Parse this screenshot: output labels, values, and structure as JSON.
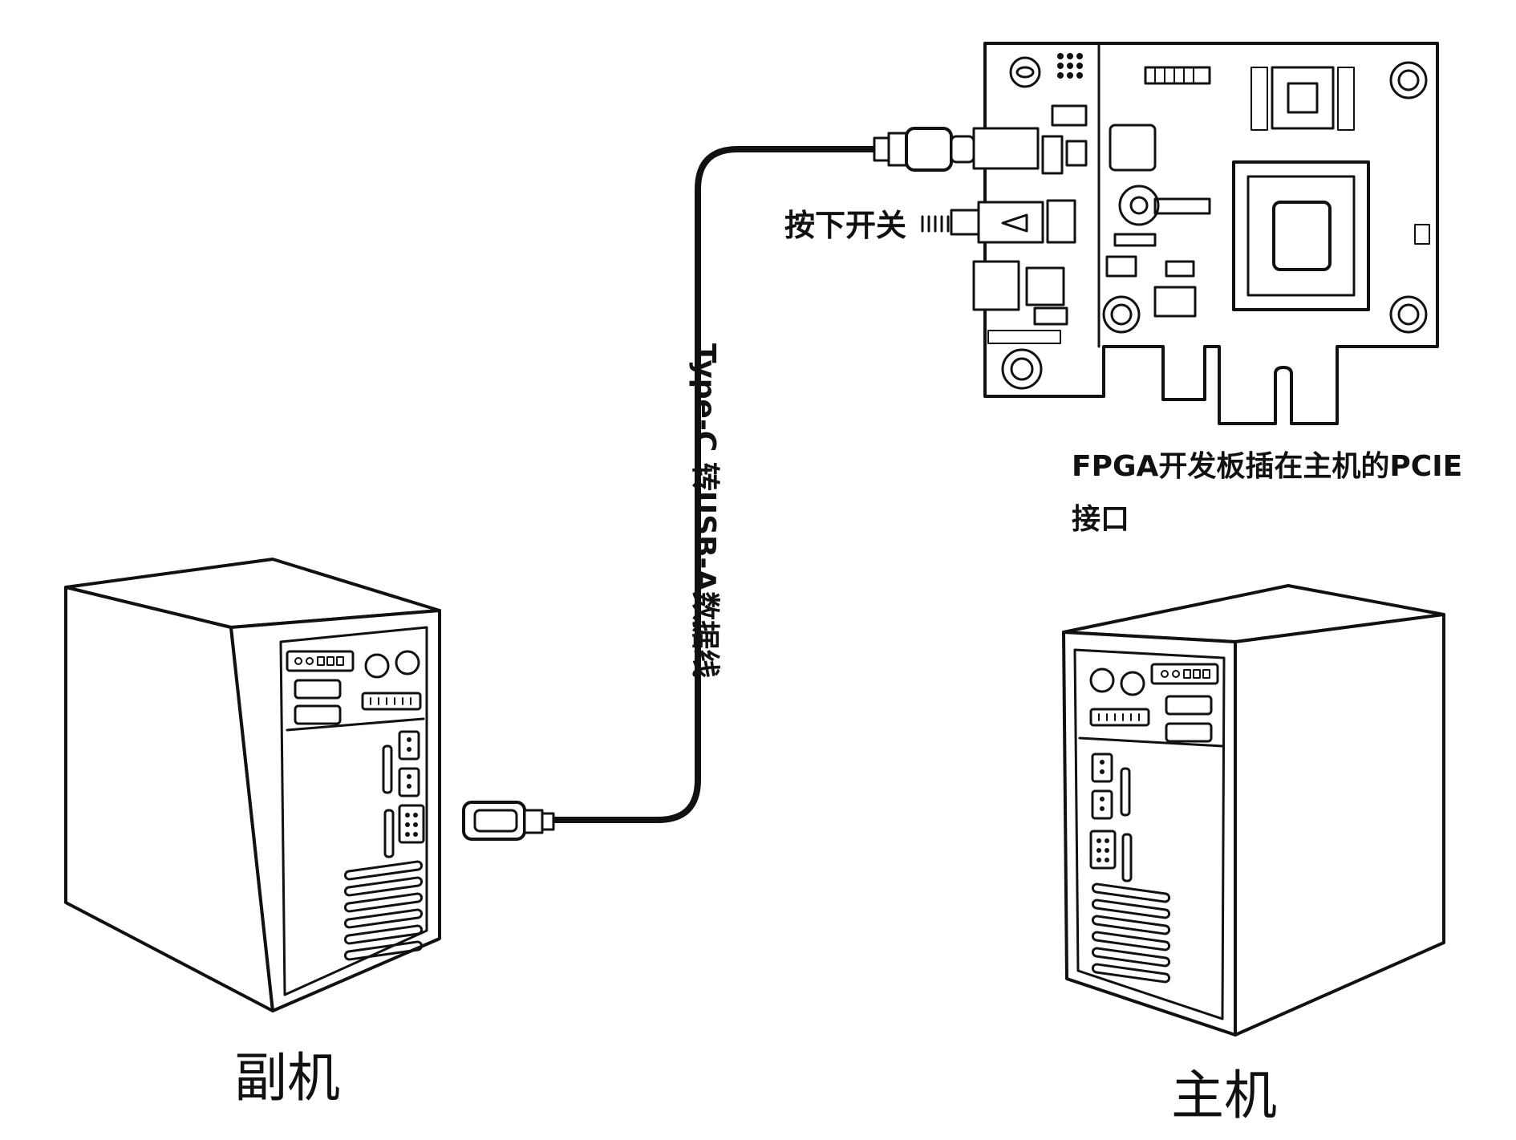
{
  "labels": {
    "switch": "按下开关",
    "cable": "Type-C 转USB-A数据线",
    "board_line1": "FPGA开发板插在主机的PCIE",
    "board_line2": "接口",
    "secondary_pc": "副机",
    "main_pc": "主机"
  },
  "colors": {
    "stroke": "#111111",
    "background": "#ffffff",
    "cable": "#111111"
  }
}
